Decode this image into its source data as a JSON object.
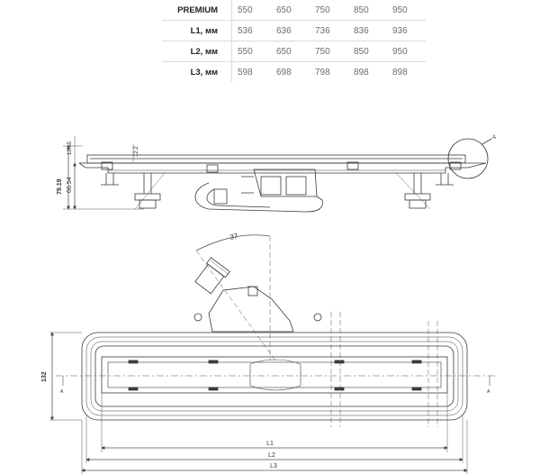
{
  "table": {
    "rows": [
      {
        "label": "PREMIUM",
        "values": [
          "550",
          "650",
          "750",
          "850",
          "950"
        ]
      },
      {
        "label": "L1, мм",
        "values": [
          "536",
          "636",
          "736",
          "836",
          "936"
        ]
      },
      {
        "label": "L2, мм",
        "values": [
          "550",
          "650",
          "750",
          "850",
          "950"
        ]
      },
      {
        "label": "L3, мм",
        "values": [
          "598",
          "698",
          "798",
          "898",
          "898"
        ]
      }
    ]
  },
  "side_view": {
    "dim_total": "79.19",
    "dim_body": "66.54",
    "dim_top": "12.65",
    "dim_grate": "12.2",
    "detail_label": "A"
  },
  "top_view": {
    "angle_label": "37",
    "width_label": "132",
    "section_label": "A",
    "length_labels": [
      "L1",
      "L2",
      "L3"
    ]
  },
  "colors": {
    "line": "#3a3a3a",
    "dim": "#555555",
    "grid": "#dcdcdc"
  }
}
